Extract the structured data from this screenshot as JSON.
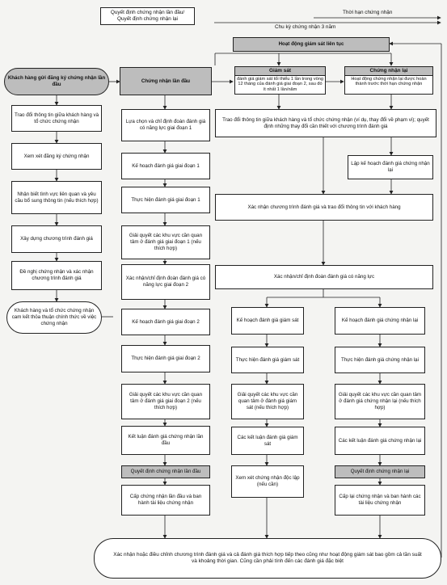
{
  "legend": {
    "initial_decision": "Quyết định chứng nhận lần đầu/",
    "recert_decision": "Quyết định chứng nhận lại",
    "validity": "Thời hạn chứng nhận",
    "cycle": "Chu kỳ chứng nhận 3 năm"
  },
  "top": {
    "surveillance_activities": "Hoạt động giám sát liên tục",
    "application": "Khách hàng gửi đăng ký chứng nhận lần đầu",
    "initial_cert": "Chứng nhận lần đầu",
    "surveillance": "Giám sát",
    "surveillance_note": "đánh giá giám sát tối thiểu 1 lần trong vòng 12 tháng của đánh giá giai đoạn 2, sau đó ít nhất 1 lần/năm",
    "recert": "Chứng nhận lại",
    "recert_note": "Hoạt động chứng nhận lại được hoàn thành trước thời hạn chứng nhận"
  },
  "col1": [
    "Trao đổi thông tin giữa khách hàng và tổ chức chứng nhận",
    "Xem xét đăng ký chứng nhận",
    "Nhận biết tình vực liên quan và yêu cầu bổ sung thông tin (nếu thích hợp)",
    "Xây dựng chương trình đánh giá",
    "Đề nghị chứng nhận và xác nhận chương trình đánh giá",
    "Khách hàng và tổ chức chứng nhận cam kết thỏa thuận chính thức về việc chứng nhận"
  ],
  "col2": [
    "Lựa chọn và chỉ định đoàn đánh giá có năng lực giai đoạn 1",
    "Kế hoạch đánh giá giai đoạn 1",
    "Thực hiện đánh giá giai đoạn 1",
    "Giải quyết các khu vực cần quan tâm ở đánh giá giai đoạn 1 (nếu thích hợp)",
    "Xác nhận/chỉ định đoàn đánh giá có năng lực giai đoạn 2",
    "Kế hoạch đánh giá giai đoạn 2",
    "Thực hiện đánh giá giai đoạn 2",
    "Giải quyết các khu vực cần quan tâm ở đánh giá giai đoạn 2 (nếu thích hợp)",
    "Kết luận đánh giá chứng nhận lần đầu",
    "Quyết định chứng nhận lần đầu",
    "Cấp chứng nhận lần đầu và ban hành tài liệu chứng nhận"
  ],
  "wide": {
    "exchange": "Trao đổi thông tin giữa khách hàng và tổ chức chứng nhận (ví dụ, thay đổi về phạm vi); quyết định những thay đổi cần thiết với chương trình đánh giá",
    "recert_plan": "Lập kế hoạch đánh giá chứng nhận lại",
    "confirm_program": "Xác nhận chương trình đánh giá và trao đổi thông tin với khách hàng",
    "confirm_team": "Xác nhận/chỉ định đoàn đánh giá có năng lực"
  },
  "col3": [
    "Kế hoạch đánh giá giám sát",
    "Thực hiện đánh giá giám sát",
    "Giải quyết các khu vực cần quan tâm ở đánh giá giám sát (nếu thích hợp)",
    "Các kết luận đánh giá giám sát",
    "Xem xét chứng nhận độc lập (nếu cần)"
  ],
  "col4": [
    "Kế hoạch đánh giá chứng nhận lại",
    "Thực hiện đánh giá chứng nhận lại",
    "Giải quyết các khu vực cần quan tâm ở đánh giá chứng nhận lại (nếu thích hợp)",
    "Các kết luận đánh giá chứng nhận lại",
    "Quyết định chứng nhận lại",
    "Cấp lại chứng nhận và ban hành các tài liệu chứng nhận"
  ],
  "bottom": "Xác nhận hoặc điều chỉnh chương trình đánh giá và cả đánh giá thích hợp tiếp theo cũng như hoạt động giám sát bao gồm cả tần suất và khoảng thời gian. Cũng cần phải tính đến các đánh giá đặc biệt"
}
